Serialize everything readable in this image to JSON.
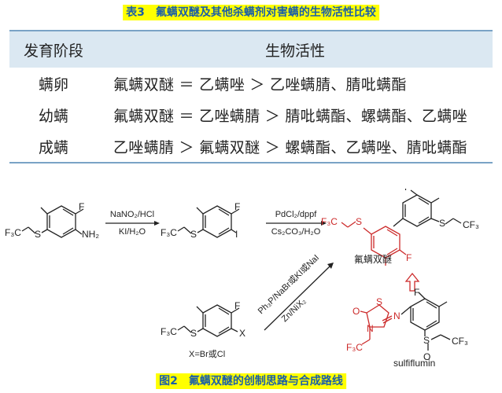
{
  "table": {
    "caption": "表3　氟螨双醚及其他杀螨剂对害螨的生物活性比较",
    "headers": {
      "stage": "发育阶段",
      "activity": "生物活性"
    },
    "rows": [
      {
        "stage": "螨卵",
        "activity": "氟螨双醚 ＝ 乙螨唑 ＞ 乙唑螨腈、腈吡螨酯"
      },
      {
        "stage": "幼螨",
        "activity": "氟螨双醚 ＝ 乙唑螨腈 ＞ 腈吡螨酯、螺螨酯、乙螨唑"
      },
      {
        "stage": "成螨",
        "activity": "乙唑螨腈 ＞ 氟螨双醚 ＞ 螺螨酯、乙螨唑、腈吡螨酯"
      }
    ]
  },
  "scheme": {
    "caption": "图2　氟螨双醚的创制思路与合成路线",
    "step1_reagent_top": "NaNO₂/HCl",
    "step1_reagent_bottom": "KI/H₂O",
    "step2_reagent_top": "PdCl₂/dppf",
    "step2_reagent_bottom": "Cs₂CO₃/H₂O",
    "step3_reagent_top": "Ph₃P/NaBr或KI或NaI",
    "step3_reagent_bottom": "Zn/NiX₂",
    "product_name": "氟螨双醚",
    "lead_name": "sulfiflumin",
    "halide_label": "X=Br或Cl",
    "atom_F": "F",
    "atom_S": "S",
    "atom_N": "N",
    "atom_O": "O",
    "atom_I": "I",
    "atom_X": "X",
    "group_NH2": "NH₂",
    "group_CF3": "CF₃",
    "group_F3C": "F₃C",
    "colors": {
      "caption_bg": "#ffff00",
      "caption_text": "#1a5ea8",
      "highlight": "#cc2a2a",
      "header_bg": "#dbe8f2"
    }
  }
}
